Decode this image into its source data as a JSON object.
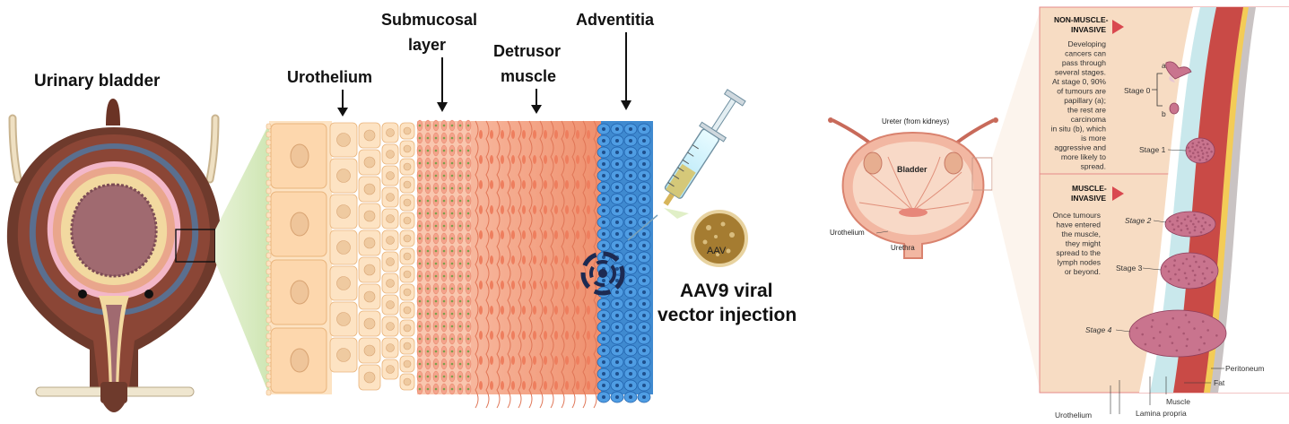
{
  "left": {
    "bladder_title": "Urinary bladder",
    "layers": {
      "urothelium": "Urothelium",
      "submucosal_1": "Submucosal",
      "submucosal_2": "layer",
      "detrusor_1": "Detrusor",
      "detrusor_2": "muscle",
      "adventitia": "Adventitia"
    },
    "aav_badge": "AAV",
    "injection_1": "AAV9 viral",
    "injection_2": "vector injection"
  },
  "right": {
    "ureter": "Ureter (from kidneys)",
    "bladder": "Bladder",
    "urothelium": "Urothelium",
    "urethra": "Urethra",
    "nmi_title_1": "NON-MUSCLE-",
    "nmi_title_2": "INVASIVE",
    "nmi_text": [
      "Developing",
      "cancers can",
      "pass through",
      "several stages.",
      "At stage 0, 90%",
      "of tumours are",
      "papillary (a);",
      "the rest are",
      "carcinoma",
      "in situ (b), which",
      "is more",
      "aggressive and",
      "more likely to",
      "spread."
    ],
    "mi_title_1": "MUSCLE-",
    "mi_title_2": "INVASIVE",
    "mi_text": [
      "Once tumours",
      "have entered",
      "the muscle,",
      "they might",
      "spread to the",
      "lymph nodes",
      "or beyond."
    ],
    "stage0": "Stage 0",
    "stage0_a": "a",
    "stage0_b": "b",
    "stage1": "Stage 1",
    "stage2": "Stage 2",
    "stage3": "Stage 3",
    "stage4": "Stage 4",
    "peritoneum": "Peritoneum",
    "fat": "Fat",
    "muscle": "Muscle",
    "lamina": "Lamina propria",
    "urothelium_bottom": "Urothelium"
  }
}
